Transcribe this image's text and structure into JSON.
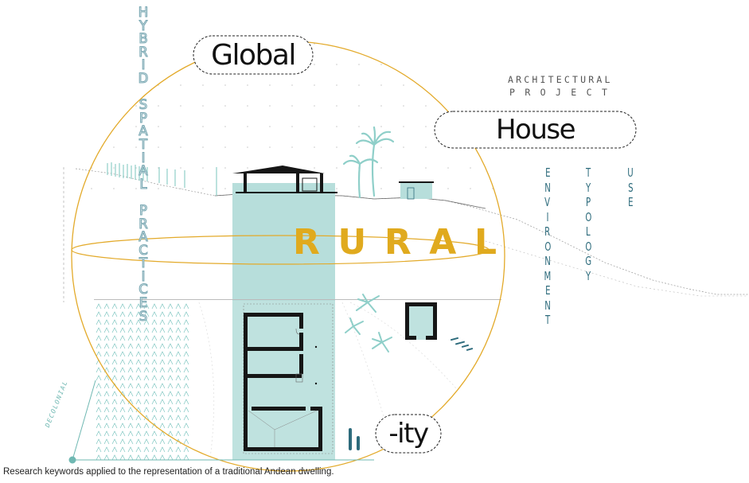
{
  "diagram": {
    "keywords": {
      "global": "Global",
      "house": "House",
      "ity": "-ity",
      "rural": "RURAL",
      "hybrid_spatial_practices": "HYBRID SPATIAL PRACTICES",
      "decolonial": "DECOLONIAL",
      "architectural": "ARCHITECTURAL",
      "project": "PROJECT",
      "environment": "ENVIRONMENT",
      "typology": "TYPOLOGY",
      "use": "USE"
    },
    "caption": "Research keywords applied to the representation of a traditional Andean dwelling.",
    "colors": {
      "circle": "#e3aa2a",
      "rural": "#e0aa1e",
      "teal_fill": "#bfe2df",
      "teal_dark": "#2d6b7c",
      "hybrid_outline": "#7aa8b3",
      "decolonial": "#6fb8b2",
      "walls": "#161616"
    }
  }
}
